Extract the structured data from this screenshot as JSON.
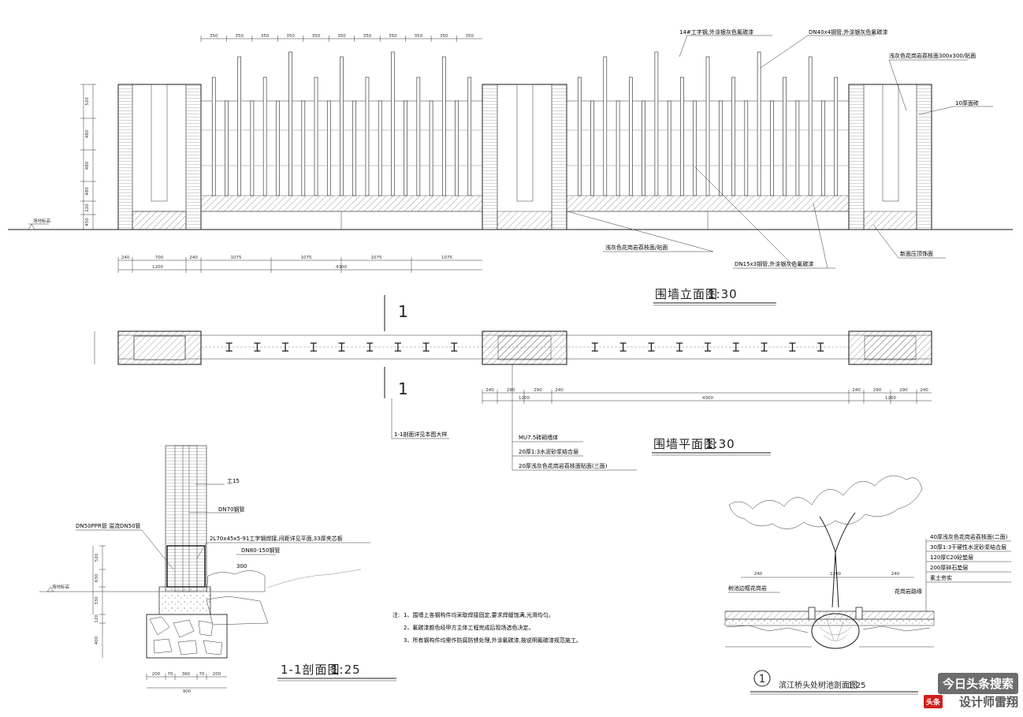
{
  "drawings": {
    "elevation": {
      "title": "围墙立面图",
      "scale": "1:30",
      "callouts": {
        "i_beam": "14#工字钢,外涂银灰色氟碳漆",
        "steel_pipe": "DN40x4钢管,外涂银灰色氟碳漆",
        "sandstone": "浅灰色花岗岩荔枝面300x300/贴面",
        "tile": "10厚面砖",
        "sandstone_lower": "浅灰色花岗岩荔枝面/贴面",
        "small_pipe": "DN15x3钢管,外涂银灰色氟碳漆",
        "top_finish": "新面压顶饰面"
      },
      "dims_top": [
        "350",
        "350",
        "350",
        "350",
        "350",
        "350",
        "350",
        "350",
        "350",
        "350",
        "350"
      ],
      "dims_bottom": [
        "240",
        "700",
        "240",
        "1075",
        "1075",
        "1075",
        "1075"
      ],
      "dims_total": [
        "1200",
        "4300"
      ],
      "dims_left": [
        "520",
        "480",
        "480",
        "480",
        "220",
        "450"
      ],
      "ground_label": "场地标高"
    },
    "plan": {
      "title": "围墙平面图",
      "scale": "1:30",
      "section_mark": "1",
      "callouts": {
        "detail": "1-1剖面详见本图大样",
        "brick": "MU7.5砖砌墙体",
        "plaster": "20厚1:3水泥砂浆结合层",
        "stone": "20厚浅灰色花岗岩荔枝面贴面(三面)"
      },
      "dims_mid": [
        "240",
        "290",
        "290",
        "240"
      ],
      "dims_right": [
        "240",
        "290",
        "290",
        "240"
      ],
      "dims_total": [
        "1200",
        "4300",
        "1200"
      ]
    },
    "section": {
      "title": "1-1剖面图",
      "scale": "1:25",
      "labels": {
        "i_beam": "工15",
        "pipe": "DN70钢管",
        "ppr": "DN50PPR管",
        "weep": "溢流DN50管",
        "angle": "2L70x45x5-91工字钢焊接,间距详见平面,33厚夹芯板",
        "drain": "DN80-150钢管",
        "gravel": "300",
        "ground": "场地标高"
      },
      "dims_v": [
        "520",
        "630",
        "330",
        "120",
        "400"
      ],
      "dims_h": [
        "200",
        "70",
        "360",
        "70",
        "200"
      ],
      "dims_total": "900"
    },
    "notes": {
      "head": "注:",
      "items": [
        "1、围墙上各钢构件均采取焊接固定,要求焊缝饱满,光滑均匀。",
        "2、氟碳漆颜色经甲方主体工程完成后现场选色决定。",
        "3、所有钢构件均需作防腐防锈处理,外涂氟碳漆,按说明氟碳漆规范施工。"
      ]
    },
    "tree": {
      "title": "滨江桥头处树池剖面图",
      "number": "1",
      "scale": "1:25",
      "layers": [
        "40厚浅灰色花岗岩荔枝面(二面)",
        "30厚1:3干硬性水泥砂浆结合层",
        "120厚C20砼垫层",
        "200厚碎石垫层",
        "素土夯实"
      ],
      "left_label": "树池边框花岗岩",
      "right_label": "花岗岩路缘",
      "dims": [
        "240",
        "1200",
        "240"
      ]
    }
  },
  "watermark": {
    "line1": "今日头条搜索",
    "badge": "头条",
    "line2": "设计师雷翔"
  }
}
